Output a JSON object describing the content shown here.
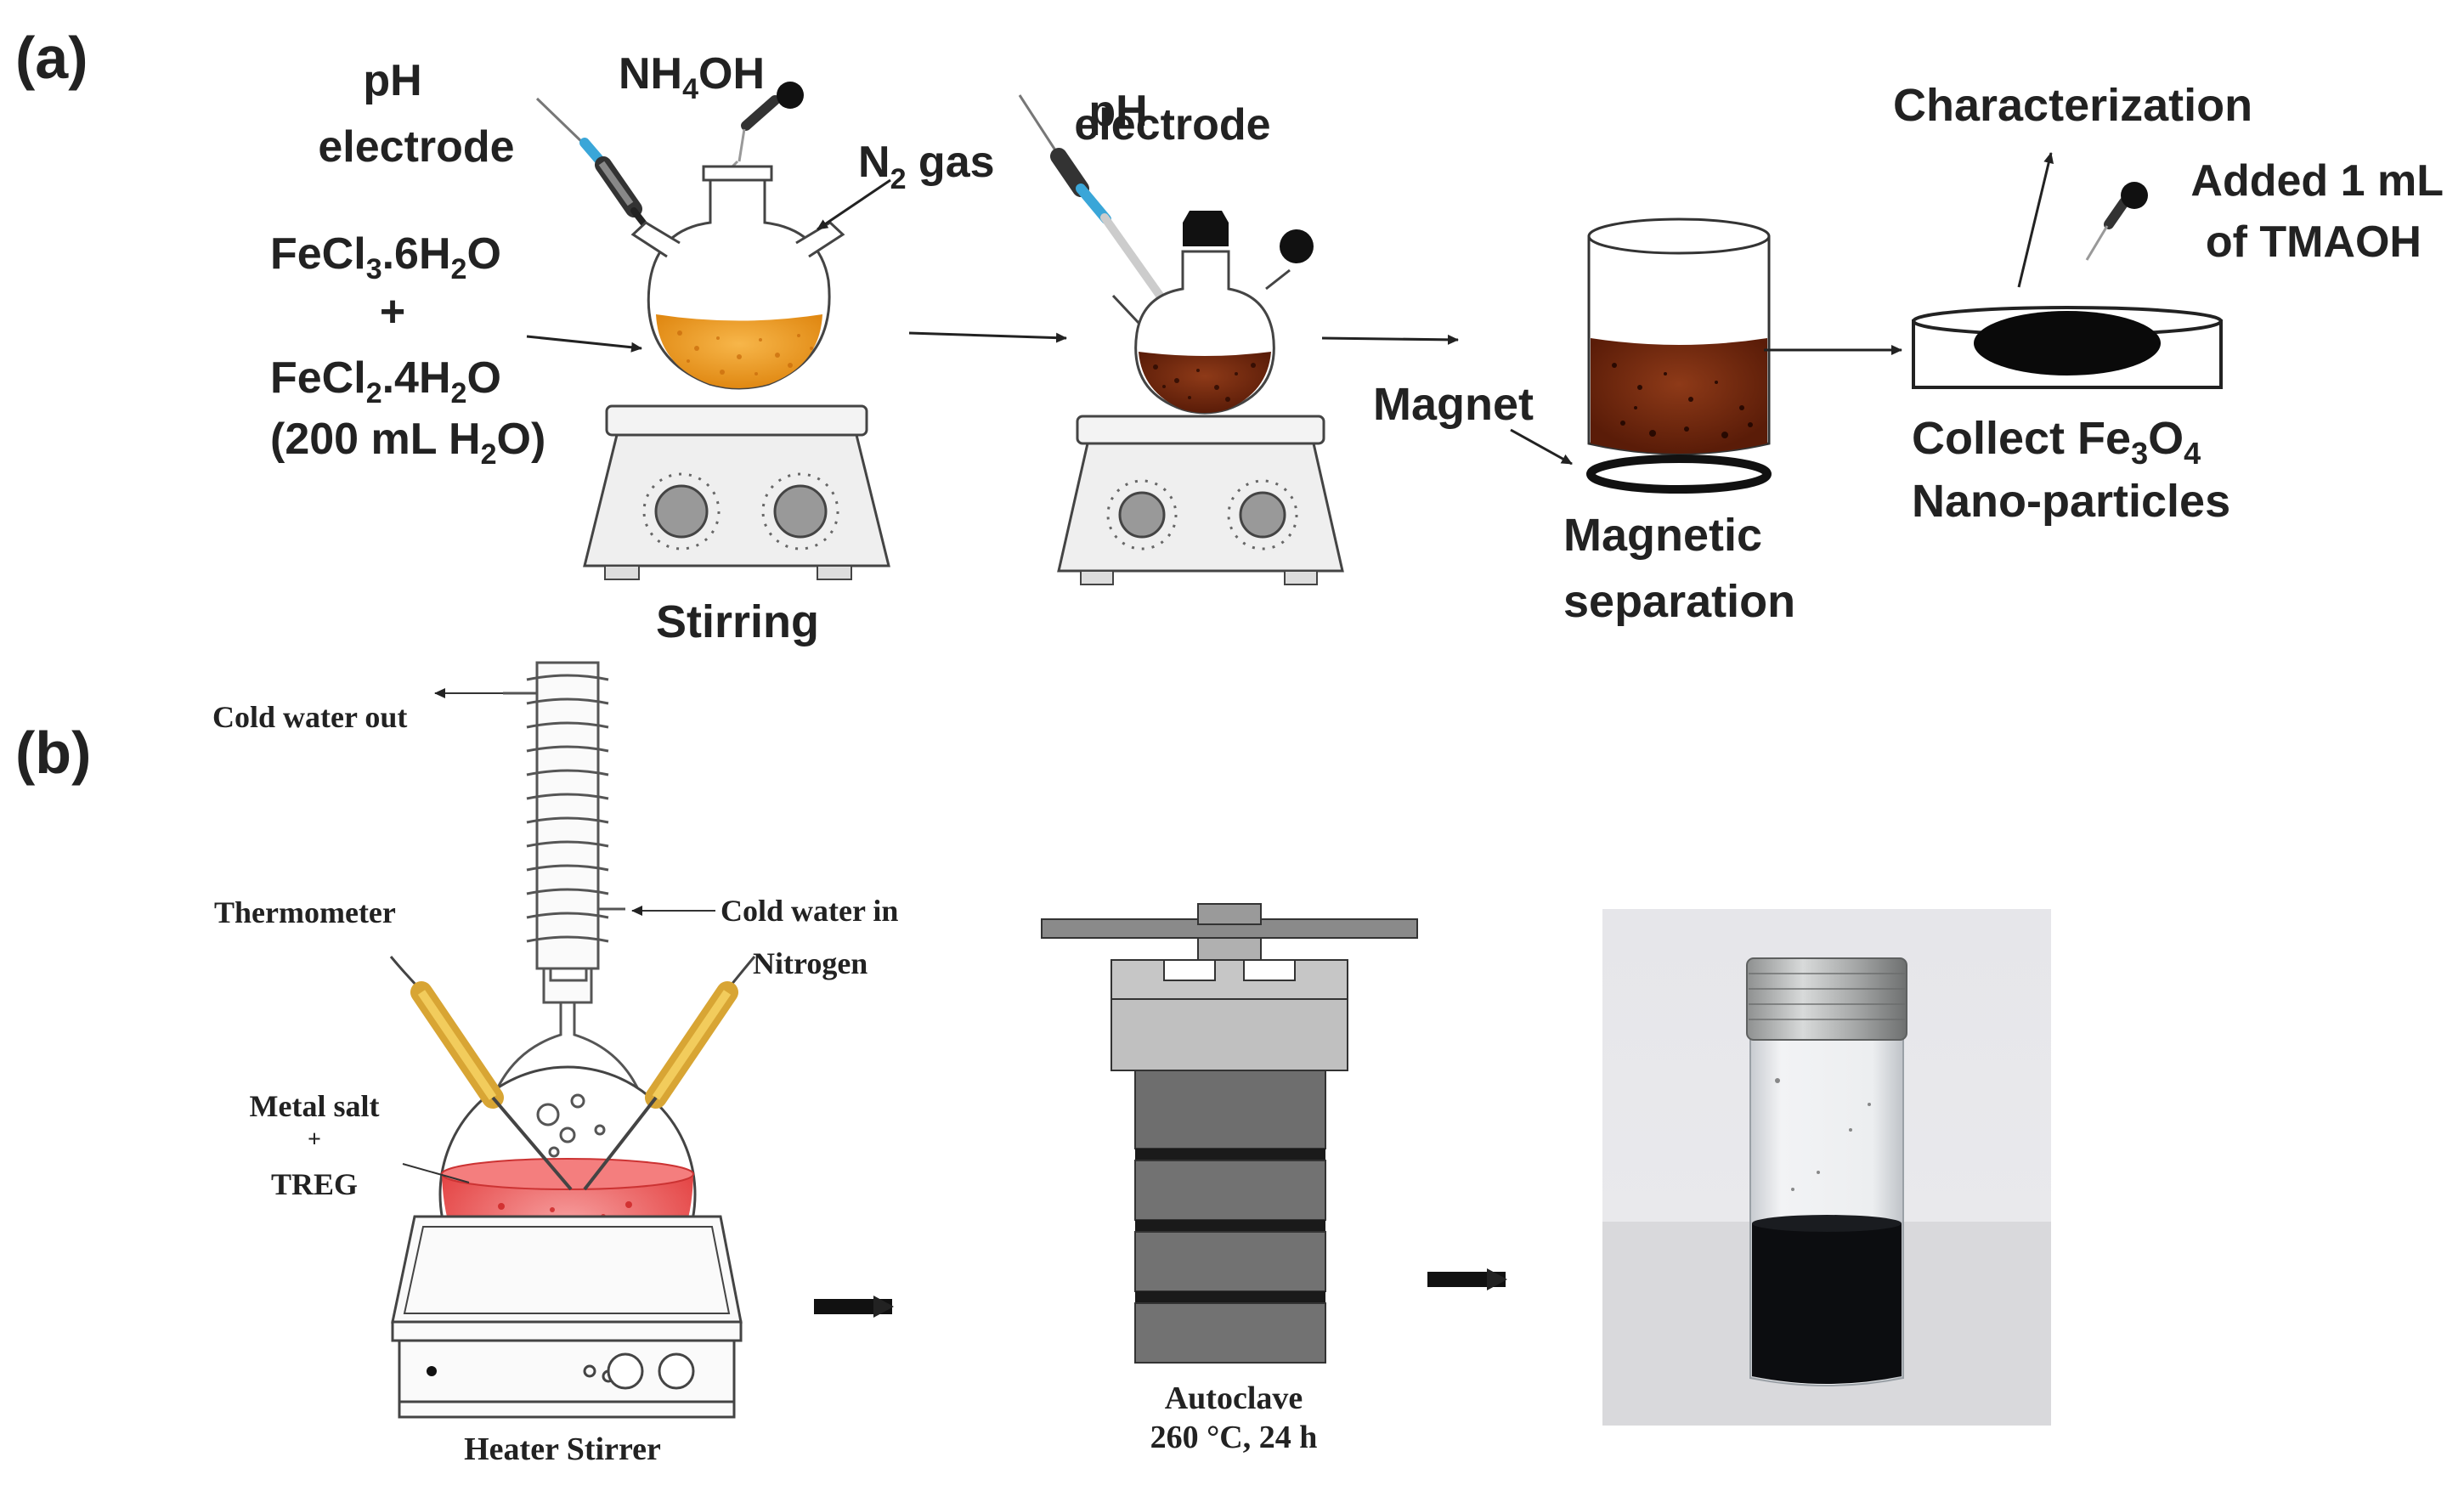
{
  "panel_a": {
    "label": "(a)",
    "ph_electrode_1": [
      "pH",
      "electrode"
    ],
    "nh4oh": {
      "base": "NH",
      "sub1": "4",
      "tail": "OH"
    },
    "n2_gas": {
      "base": "N",
      "sub": "2",
      "tail": " gas"
    },
    "reagent_1": {
      "base": "FeCl",
      "sub1": "3",
      "mid": ".6H",
      "sub2": "2",
      "tail": "O"
    },
    "plus": "+",
    "reagent_2": {
      "base": "FeCl",
      "sub1": "2",
      "mid": ".4H",
      "sub2": "2",
      "tail": "O"
    },
    "water": {
      "base": "(200 mL H",
      "sub": "2",
      "tail": "O)"
    },
    "stirring": "Stirring",
    "ph_electrode_2": [
      "pH",
      "electrode"
    ],
    "magnet": "Magnet",
    "magnetic_separation": [
      "Magnetic",
      "separation"
    ],
    "characterization": "Characterization",
    "added_tmaoh": [
      "Added 1 mL",
      "of TMAOH"
    ],
    "collect": {
      "base": "Collect Fe",
      "sub1": "3",
      "mid": "O",
      "sub2": "4"
    },
    "nanoparticles": "Nano-particles"
  },
  "panel_b": {
    "label": "(b)",
    "cold_water_out": "Cold water out",
    "thermometer": "Thermometer",
    "cold_water_in": "Cold water in",
    "nitrogen": "Nitrogen",
    "metal_salt": "Metal salt",
    "plus": "+",
    "treg": "TREG",
    "heater_stirrer": "Heater Stirrer",
    "autoclave": "Autoclave",
    "autoclave_conditions": "260 °C, 24 h"
  },
  "colors": {
    "orange_solution": "#f39a1f",
    "brown_solution": "#7a2a10",
    "red_solution": "#ef5b5b",
    "autoclave_gray": "#6e6e6e",
    "electrode_blue": "#3aa6d8",
    "thermometer_yellow": "#e2b23a"
  }
}
